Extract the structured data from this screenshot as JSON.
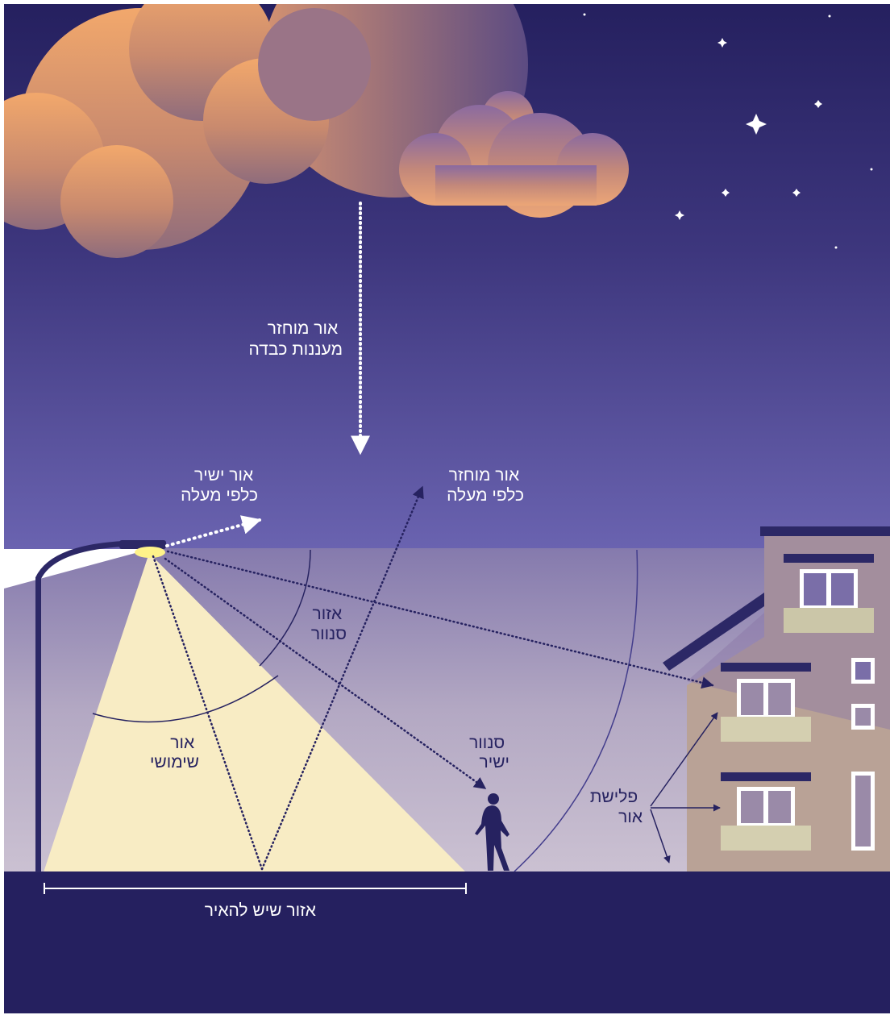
{
  "labels": {
    "skyglow": [
      "אור מוחזר",
      "מעננות כבדה"
    ],
    "upward_direct": [
      "אור ישיר",
      "כלפי מעלה"
    ],
    "upward_reflected": [
      "אור מוחזר",
      "כלפי מעלה"
    ],
    "glare_zone": [
      "אזור",
      "סנוור"
    ],
    "useful_light": [
      "אור",
      "שימושי"
    ],
    "direct_glare": [
      "סנוור",
      "ישיר"
    ],
    "light_trespass": [
      "פלישת",
      "אור"
    ],
    "area_to_light": "אזור שיש להאיר"
  },
  "colors": {
    "sky_top": "#25205f",
    "sky_bottom": "#6a63b0",
    "ground": "#25205f",
    "useful_light": "#f8ecc4",
    "lamp": "#fff38a",
    "building": "#b9a296",
    "cloud_light": "#f0a770",
    "label_light": "#ffffff",
    "label_dark": "#262260"
  }
}
